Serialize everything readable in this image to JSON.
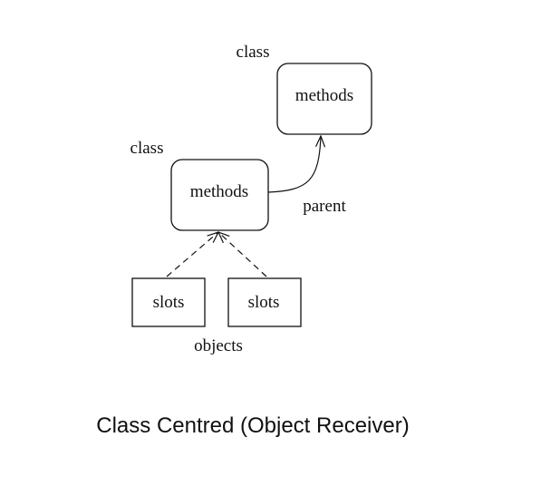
{
  "diagram": {
    "parent_class": {
      "label": "class",
      "box_text": "methods"
    },
    "child_class": {
      "label": "class",
      "box_text": "methods"
    },
    "edge_parent_label": "parent",
    "objects": {
      "label": "objects",
      "left_slots": "slots",
      "right_slots": "slots"
    },
    "caption": "Class Centred (Object Receiver)"
  }
}
